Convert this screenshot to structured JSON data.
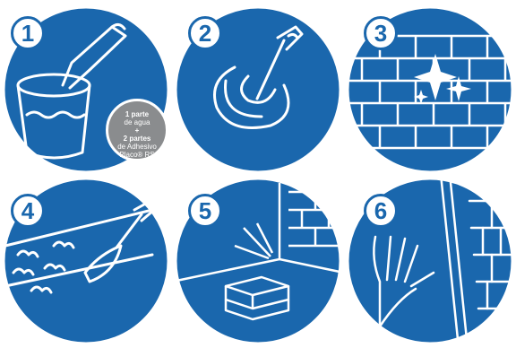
{
  "steps": [
    {
      "number": "1"
    },
    {
      "number": "2"
    },
    {
      "number": "3"
    },
    {
      "number": "4"
    },
    {
      "number": "5"
    },
    {
      "number": "6"
    }
  ],
  "badge": {
    "line1": "1 parte",
    "line2": "de agua",
    "line3": "+",
    "line4": "2 partes",
    "line5": "de Adhesivo",
    "line6": "Placo® RS"
  },
  "colors": {
    "circle_blue": "#1a67ad",
    "badge_gray": "#8a8c8e",
    "line_white": "#ffffff"
  }
}
